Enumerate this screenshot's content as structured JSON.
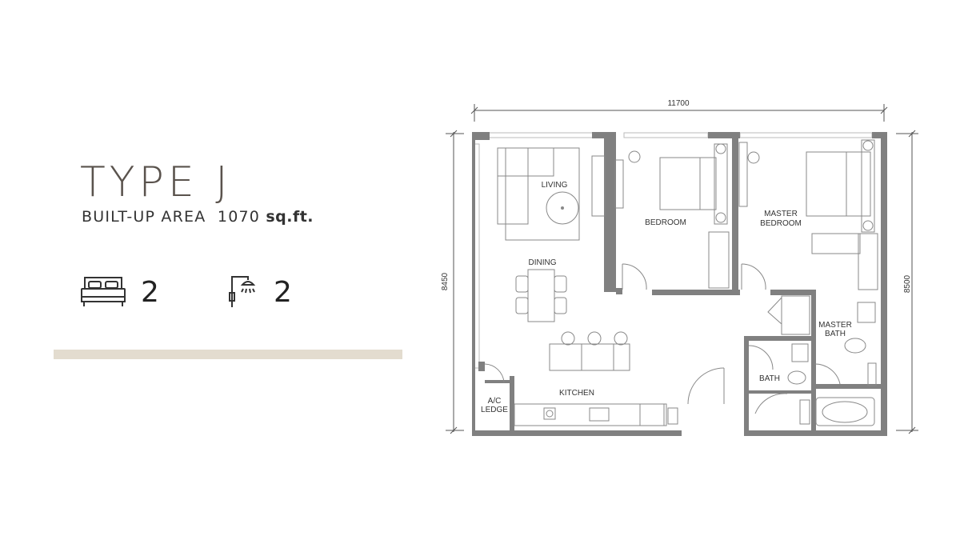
{
  "unit": {
    "title": "TYPE J",
    "area_label": "BUILT-UP AREA",
    "area_value": "1070",
    "area_unit": "sq.ft."
  },
  "specs": {
    "bedrooms": "2",
    "bathrooms": "2",
    "bed_icon": "bed-icon",
    "bath_icon": "shower-icon"
  },
  "colors": {
    "accent_bar": "#e3dccf",
    "wall": "#808080",
    "text": "#3a3a3a"
  },
  "plan": {
    "dimensions": {
      "width": "11700",
      "left_height": "8450",
      "right_height": "8500"
    },
    "rooms": {
      "living": "LIVING",
      "dining": "DINING",
      "bedroom": "BEDROOM",
      "master_bedroom_1": "MASTER",
      "master_bedroom_2": "BEDROOM",
      "kitchen": "KITCHEN",
      "ac_ledge_1": "A/C",
      "ac_ledge_2": "LEDGE",
      "bath": "BATH",
      "master_bath_1": "MASTER",
      "master_bath_2": "BATH"
    }
  }
}
